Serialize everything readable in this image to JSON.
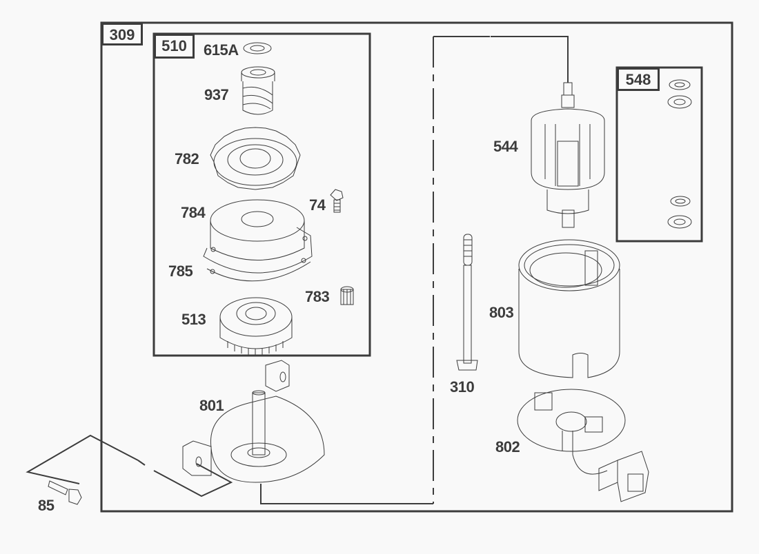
{
  "diagram": {
    "type": "exploded-parts-diagram",
    "line_color": "#3c3c3c",
    "background": "#f9f9f9",
    "kits": [
      {
        "id": "309",
        "label": "309"
      },
      {
        "id": "510",
        "label": "510"
      },
      {
        "id": "548",
        "label": "548"
      }
    ],
    "parts": [
      {
        "id": "615A",
        "label": "615A",
        "name": "retaining-ring"
      },
      {
        "id": "937",
        "label": "937",
        "name": "drive-pinion-helix"
      },
      {
        "id": "782",
        "label": "782",
        "name": "gear"
      },
      {
        "id": "74",
        "label": "74",
        "name": "screw"
      },
      {
        "id": "784",
        "label": "784",
        "name": "cover"
      },
      {
        "id": "785",
        "label": "785",
        "name": "gasket"
      },
      {
        "id": "783",
        "label": "783",
        "name": "pinion-gear"
      },
      {
        "id": "513",
        "label": "513",
        "name": "ring-gear-assembly"
      },
      {
        "id": "801",
        "label": "801",
        "name": "end-cap-drive"
      },
      {
        "id": "85",
        "label": "85",
        "name": "bolt"
      },
      {
        "id": "544",
        "label": "544",
        "name": "armature"
      },
      {
        "id": "310",
        "label": "310",
        "name": "through-bolt"
      },
      {
        "id": "803",
        "label": "803",
        "name": "housing"
      },
      {
        "id": "802",
        "label": "802",
        "name": "brush-plate-end-cap"
      }
    ]
  }
}
